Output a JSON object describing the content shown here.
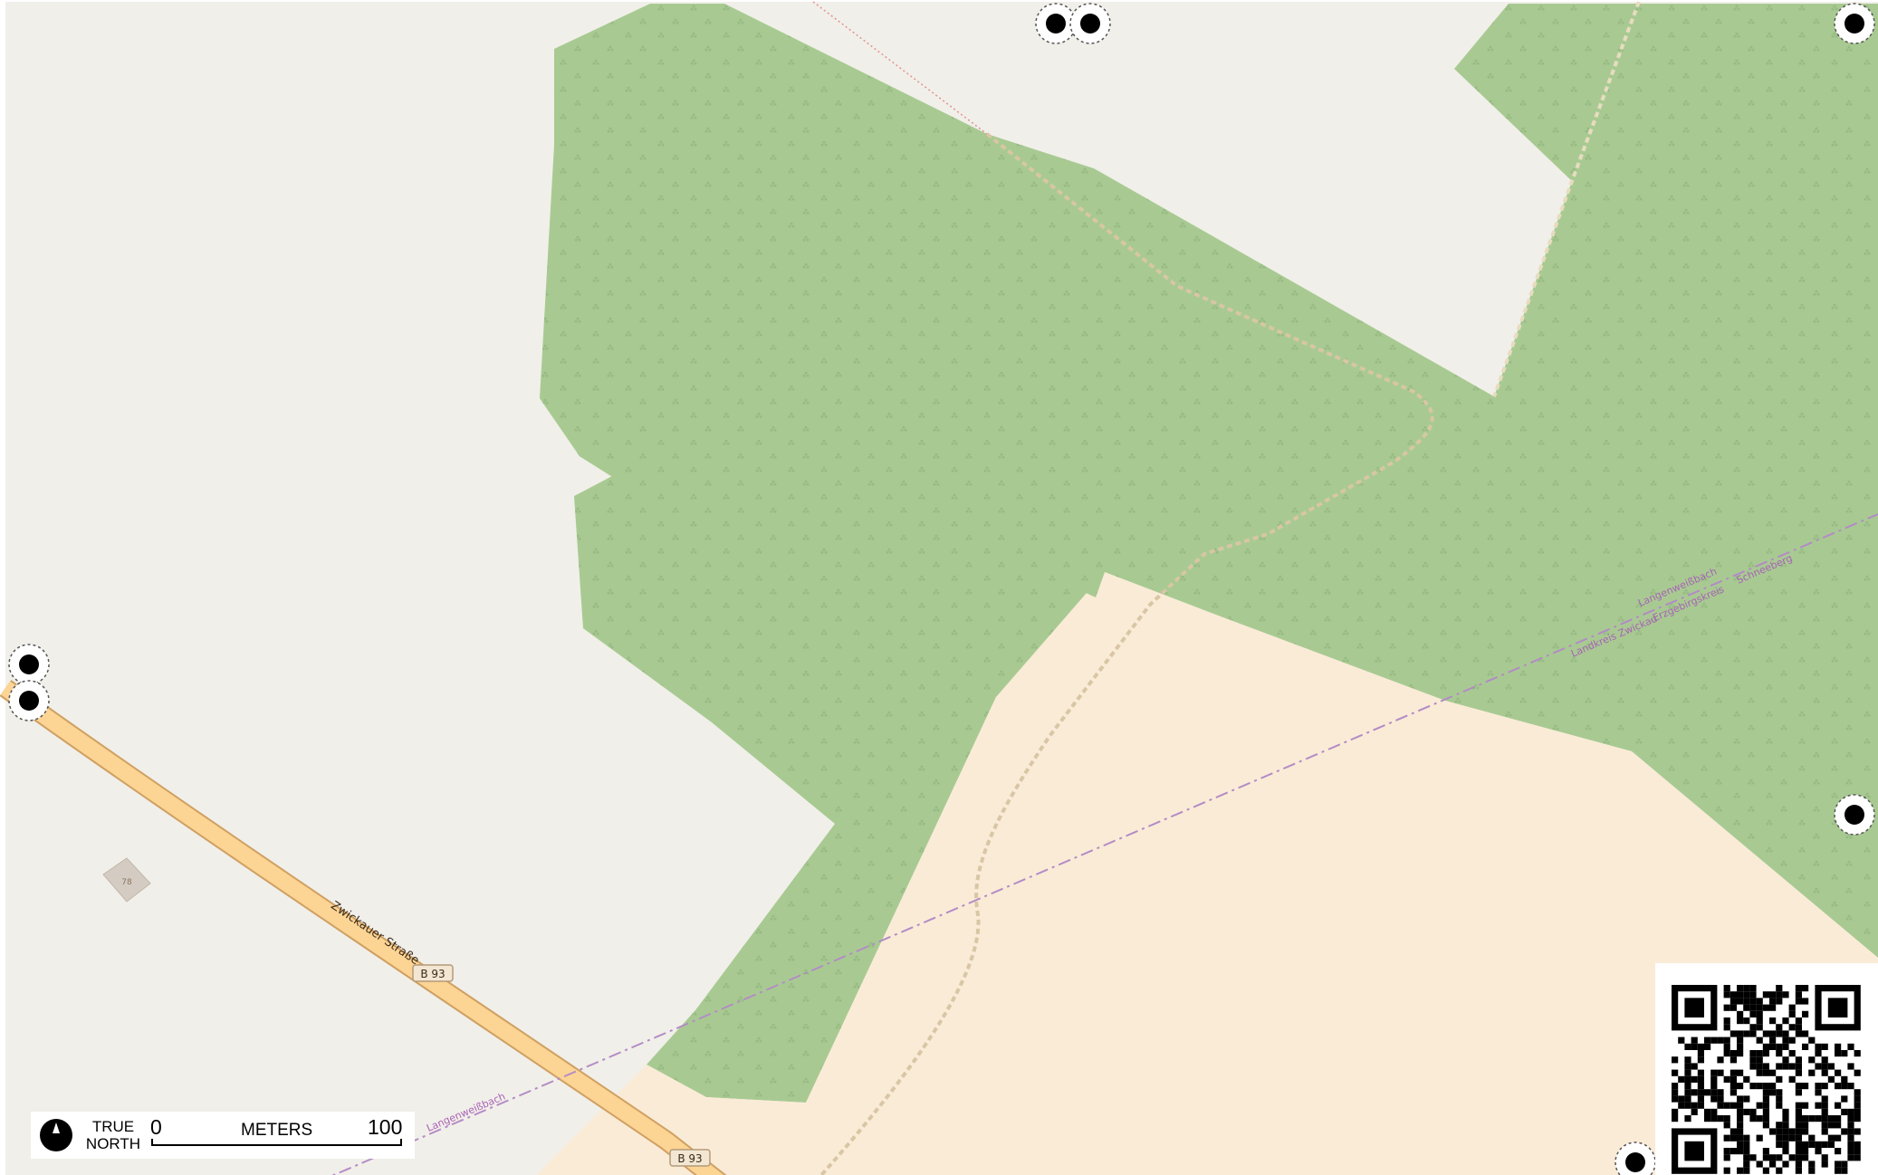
{
  "map": {
    "colors": {
      "farmland": "#f1efe9",
      "forest": "#a8ca92",
      "meadow_sand": "#faebd7",
      "road_fill": "#fcd493",
      "road_casing": "#cfa062",
      "boundary": "#b38bc6",
      "path": "#c79a7a",
      "track": "#e8dcc0",
      "building": "#d4ccc2",
      "label_text": "#6b4a2a",
      "boundary_text": "#a861b7"
    },
    "labels": {
      "road_name": "Zwickauer Straße",
      "road_ref_1": "B 93",
      "road_ref_2": "B 93",
      "building_number": "78",
      "boundary_label_1": "Langenweißbach",
      "boundary_label_2": "Langenweißbach",
      "boundary_label_3": "Landkreis Zwickau",
      "boundary_label_4": "Erzgebirgskreis",
      "boundary_label_5": "Schneeberg"
    },
    "markers": [
      "point-marker",
      "point-marker",
      "point-marker",
      "point-marker",
      "point-marker",
      "point-marker",
      "point-marker"
    ]
  },
  "scalebar": {
    "true_line1": "TRUE",
    "true_line2": "NORTH",
    "zero": "0",
    "units": "METERS",
    "max": "100"
  },
  "qr": {
    "icon": "qr-code-icon"
  }
}
